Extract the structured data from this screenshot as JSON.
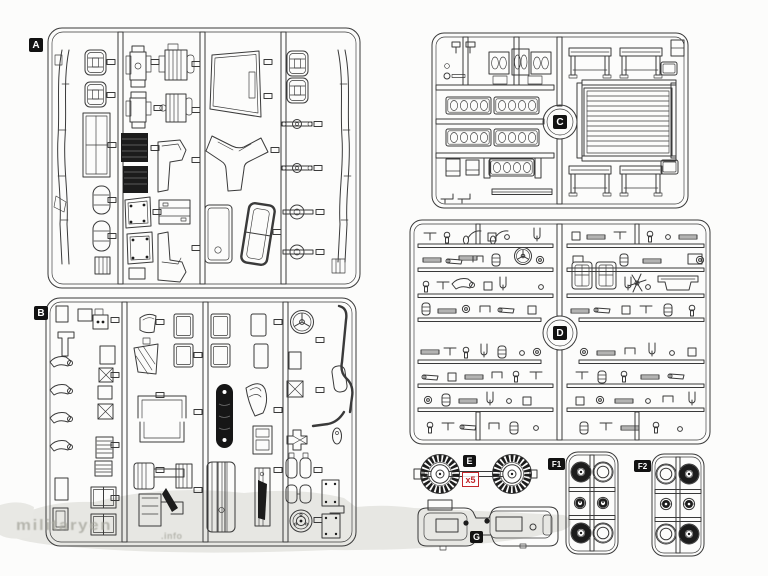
{
  "sprues": [
    {
      "label": "A"
    },
    {
      "label": "B"
    },
    {
      "label": "C"
    },
    {
      "label": "D"
    },
    {
      "label": "E",
      "quantity": "x5"
    },
    {
      "label": "F1"
    },
    {
      "label": "F2"
    },
    {
      "label": "G"
    }
  ],
  "watermark": {
    "name": "militaryen",
    "tld": ".info"
  },
  "colors": {
    "line": "#3a3a3a",
    "dark_part": "#1c1c1c",
    "label_bg": "#121212",
    "label_text": "#ffffff",
    "quantity_red": "#c2272b",
    "watermark_gray": "#d6d6d0",
    "background": "#fcfcfb"
  }
}
